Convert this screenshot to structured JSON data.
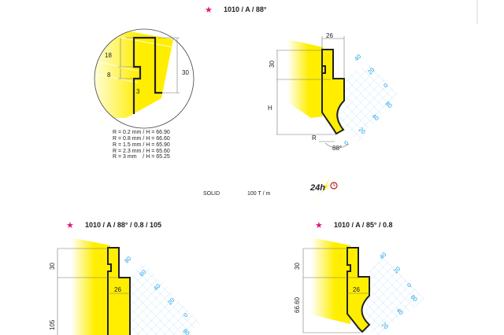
{
  "page_border_color": "#222222",
  "accent_yellow": "#ffee00",
  "star_color": "#e0157a",
  "scale_color": "#1aa0e8",
  "top_tool": {
    "star": "★",
    "title": "1010 / A / 88°",
    "detail_dims": {
      "a": "18",
      "b": "8",
      "c": "3",
      "d": "30"
    },
    "dims": {
      "width": "26",
      "top": "30",
      "height": "H",
      "radius": "R",
      "angle": "88°"
    },
    "scale": [
      "40",
      "20",
      "0",
      "80",
      "40",
      "20",
      "0"
    ],
    "radius_table": [
      "R = 0.2 mm / H = 66.90",
      "R = 0.8 mm / H = 66.60",
      "R = 1.5 mm / H = 65.90",
      "R = 2.3 mm / H = 65.60",
      "R = 3 mm    / H = 65.25"
    ]
  },
  "specs": {
    "type": "SOLID",
    "load": "100 T / m",
    "logo": "24h"
  },
  "bottom_left_tool": {
    "star": "★",
    "title": "1010 / A / 88° / 0.8 / 105",
    "dims": {
      "top": "30",
      "width": "26",
      "height": "105"
    },
    "scale": [
      "80",
      "60",
      "40",
      "20",
      "0",
      "80"
    ]
  },
  "bottom_right_tool": {
    "star": "★",
    "title": "1010 / A / 85° / 0.8",
    "dims": {
      "top": "30",
      "width": "26",
      "height": "66.60"
    },
    "scale": [
      "40",
      "20",
      "0",
      "80",
      "40",
      "20"
    ]
  }
}
